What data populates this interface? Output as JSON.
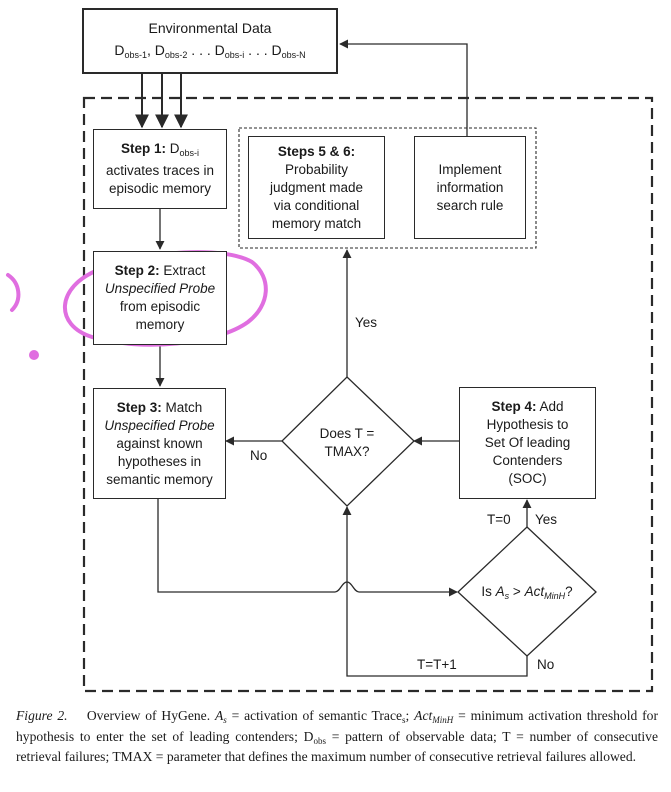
{
  "env": {
    "title": "Environmental Data",
    "d": "D",
    "obs1": "obs-1",
    "sep1": ",",
    "obs2": "obs-2",
    "dots": ". . .",
    "obsi": "obs-i",
    "obsN": "obs-N"
  },
  "step1": {
    "bold": "Step 1:",
    "d": "D",
    "sub": "obs-i",
    "line2": "activates traces in",
    "line3": "episodic memory"
  },
  "step2": {
    "bold": "Step 2:",
    "rest": "Extract",
    "italic": "Unspecified Probe",
    "line3": "from episodic",
    "line4": "memory"
  },
  "step3": {
    "bold": "Step 3:",
    "rest": "Match",
    "italic": "Unspecified Probe",
    "line3": "against known",
    "line4": "hypotheses in",
    "line5": "semantic memory"
  },
  "step4": {
    "bold": "Step 4:",
    "rest": "Add",
    "line2": "Hypothesis to",
    "line3": "Set Of leading",
    "line4": "Contenders",
    "line5": "(SOC)"
  },
  "step56": {
    "bold": "Steps 5 & 6:",
    "line2": "Probability",
    "line3": "judgment made",
    "line4": "via conditional",
    "line5": "memory match"
  },
  "implement": {
    "line1": "Implement",
    "line2": "information",
    "line3": "search rule"
  },
  "decision1": {
    "line1": "Does T =",
    "line2": "TMAX?"
  },
  "decision2": {
    "is": "Is",
    "a": "A",
    "s": "s",
    "gt": ">",
    "act": "Act",
    "minh": "MinH",
    "q": "?"
  },
  "labels": {
    "yes_top": "Yes",
    "no_left": "No",
    "t0": "T=0",
    "yes_right": "Yes",
    "tt1": "T=T+1",
    "no_bottom": "No"
  },
  "caption": {
    "fig": "Figure 2.",
    "part1": "Overview of HyGene.",
    "a": "A",
    "s": "s",
    "part2": "= activation of semantic Trace",
    "s2": "s",
    "part3": ";",
    "act": "Act",
    "minh": "MinH",
    "part4": "= minimum activation threshold for hypothesis to enter the set of leading contenders; D",
    "obs": "obs",
    "part5": "= pattern of observable data; T = number of consecutive retrieval failures; TMAX = parameter that defines the maximum number of consecutive retrieval failures allowed."
  },
  "colors": {
    "ink": "#2a2a2a",
    "annotation": "#e06ee0"
  }
}
